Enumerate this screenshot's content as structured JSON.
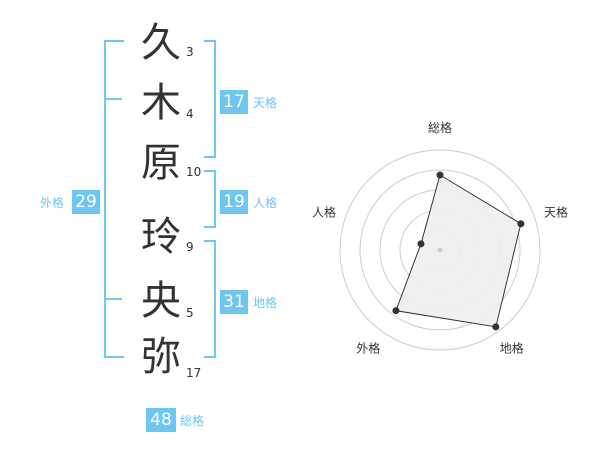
{
  "name": {
    "chars": [
      "久",
      "木",
      "原",
      "玲",
      "央",
      "弥"
    ],
    "strokes": [
      "3",
      "4",
      "10",
      "9",
      "5",
      "17"
    ]
  },
  "kaku": {
    "tenkaku": {
      "value": "17",
      "label": "天格"
    },
    "jinkaku": {
      "value": "19",
      "label": "人格"
    },
    "chikaku": {
      "value": "31",
      "label": "地格"
    },
    "gaikaku": {
      "value": "29",
      "label": "外格"
    },
    "soukaku": {
      "value": "48",
      "label": "総格"
    }
  },
  "colors": {
    "accent": "#6ec6f1",
    "text": "#333333",
    "grid": "#cccccc",
    "fill": "#eeeeee"
  },
  "chart_data": {
    "type": "radar",
    "axes": [
      "総格",
      "天格",
      "地格",
      "外格",
      "人格"
    ],
    "values": [
      0.75,
      0.85,
      0.95,
      0.75,
      0.2
    ],
    "rings": 5,
    "max": 1
  }
}
